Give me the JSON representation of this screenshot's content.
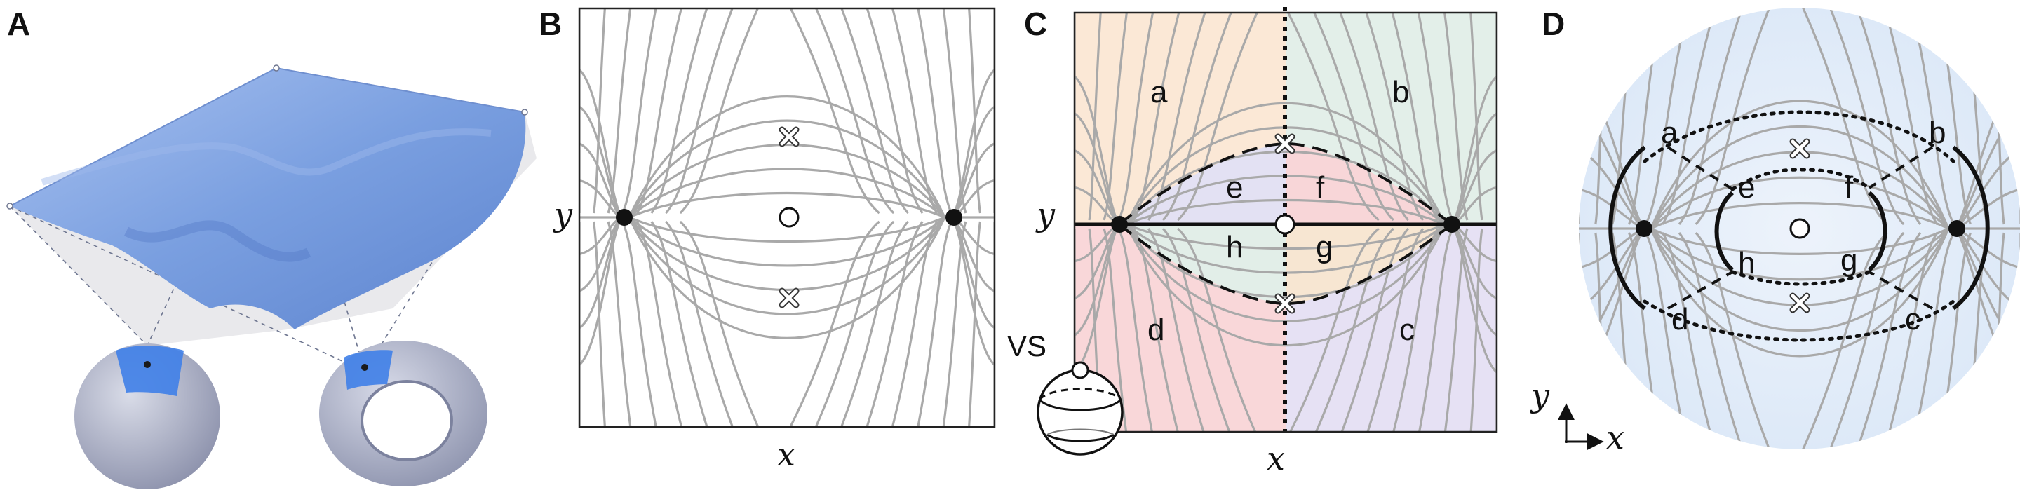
{
  "panels": {
    "a": {
      "letter": "A"
    },
    "b": {
      "letter": "B",
      "xlabel": "x",
      "ylabel": "y"
    },
    "c": {
      "letter": "C",
      "xlabel": "x",
      "ylabel": "y",
      "vs_label": "VS",
      "regions": [
        "a",
        "b",
        "c",
        "d",
        "e",
        "f",
        "g",
        "h"
      ]
    },
    "d": {
      "letter": "D",
      "xlabel": "x",
      "ylabel": "y",
      "regions": [
        "a",
        "b",
        "c",
        "d",
        "e",
        "f",
        "g",
        "h"
      ]
    }
  },
  "colors": {
    "surface_blue": "#7a9fe0",
    "stream_gray": "#a9a9a9",
    "region_a": "#fbe8d6",
    "region_b": "#e3efe9",
    "region_c": "#e6e1f4",
    "region_d": "#f9d7d9",
    "region_e": "#e3e1f3",
    "region_f": "#f8d6d8",
    "region_g": "#f7e6d2",
    "region_h": "#e2eee8",
    "disk_bg": "#e4eefa"
  }
}
